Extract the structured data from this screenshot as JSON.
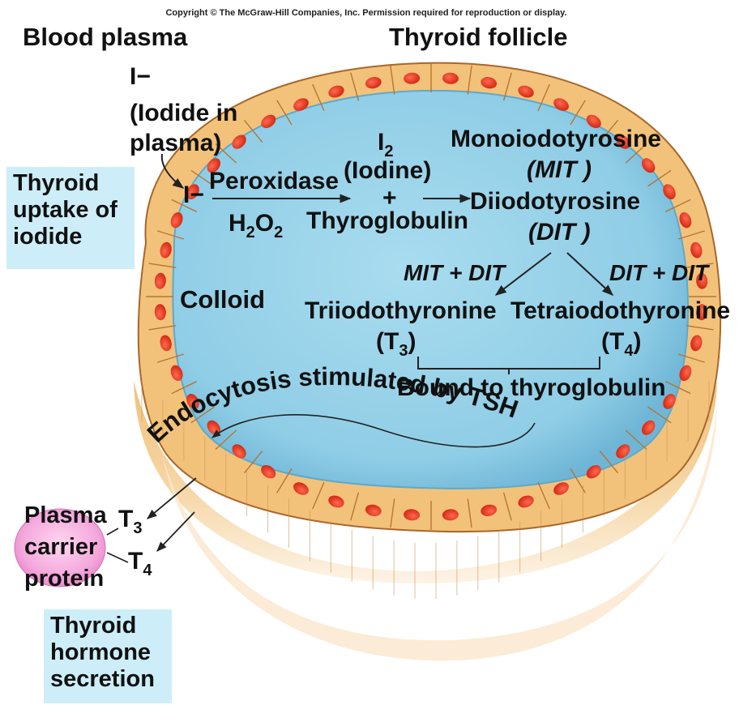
{
  "copyright": "Copyright © The McGraw-Hill Companies, Inc. Permission required for reproduction or display.",
  "header": {
    "blood_plasma": "Blood plasma",
    "thyroid_follicle": "Thyroid follicle"
  },
  "plasma_iodide": {
    "ion": "I−",
    "line1": "(Iodide in",
    "line2": "plasma)"
  },
  "uptake_box": [
    "Thyroid",
    "uptake of",
    "iodide"
  ],
  "secretion_box": [
    "Thyroid",
    "hormone",
    "secretion"
  ],
  "pathway": {
    "iodide_in_cell": "I−",
    "peroxidase": "Peroxidase",
    "h2o2_h": "H",
    "h2o2_2a": "2",
    "h2o2_o": "O",
    "h2o2_2b": "2",
    "i2_i": "I",
    "i2_sub": "2",
    "iodine": "(Iodine)",
    "plus": "+",
    "thyroglobulin": "Thyroglobulin",
    "mit_name": "Monoiodotyrosine",
    "mit_abbr": "(MIT )",
    "dit_name": "Diiodotyrosine",
    "dit_abbr": "(DIT )",
    "combo_left": "MIT + DIT",
    "combo_right": "DIT + DIT",
    "t3_name": "Triiodothyronine",
    "t3_abbr_open": "(T",
    "t3_abbr_sub": "3",
    "t3_abbr_close": ")",
    "t4_name": "Tetraiodothyronine",
    "t4_abbr_open": "(T",
    "t4_abbr_sub": "4",
    "t4_abbr_close": ")",
    "bound": "Bound to thyroglobulin"
  },
  "colloid": "Colloid",
  "endocytosis": "Endocytosis stimulated by TSH",
  "carrier": {
    "line1": "Plasma",
    "line2": "carrier",
    "line3": "protein",
    "t3_t": "T",
    "t3_sub": "3",
    "t4_t": "T",
    "t4_sub": "4"
  },
  "colors": {
    "colloid": "#8fcde6",
    "colloid_edge": "#5ea9cc",
    "cell": "#f3c27a",
    "cell_edge": "#a8672a",
    "nucleus": "#ee3b23",
    "carrier_protein": "#ee96d2",
    "label_box": "#cdeef8"
  }
}
